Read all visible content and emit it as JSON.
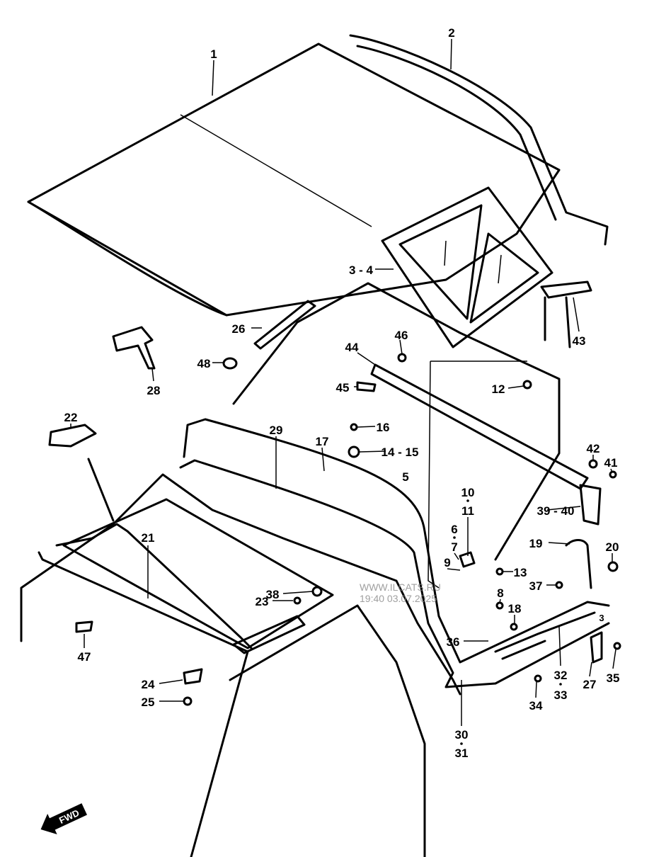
{
  "diagram": {
    "callouts": [
      "1",
      "2",
      "3 - 4",
      "26",
      "48",
      "28",
      "44",
      "46",
      "45",
      "12",
      "43",
      "22",
      "29",
      "17",
      "16",
      "14 - 15",
      "5",
      "42",
      "41",
      "10",
      "11",
      "39 - 40",
      "6",
      "7",
      "19",
      "20",
      "9",
      "13",
      "37",
      "38",
      "8",
      "23",
      "21",
      "18",
      "36",
      "3",
      "47",
      "32",
      "33",
      "27",
      "35",
      "24",
      "25",
      "34",
      "30",
      "31"
    ],
    "watermark": {
      "line1": "WWW.ILCATS.RU",
      "line2": "19:40 03.07.2025"
    },
    "fwd_label": "FWD",
    "fwd_icon": "arrow-left-icon"
  }
}
